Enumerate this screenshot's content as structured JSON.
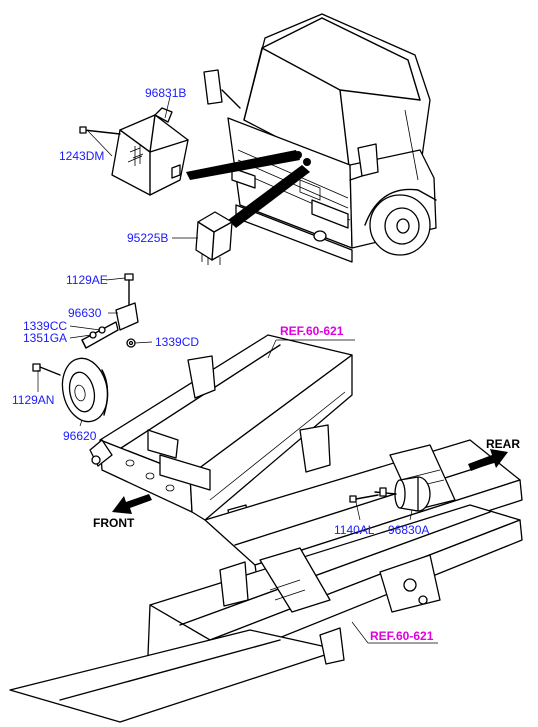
{
  "colors": {
    "part_label": "#1a1aff",
    "ref_label": "#e000e0",
    "line": "#000000"
  },
  "labels": {
    "p96831B": "96831B",
    "p1243DM": "1243DM",
    "p95225B": "95225B",
    "p1129AE": "1129AE",
    "p96630": "96630",
    "p1339CC": "1339CC",
    "p1351GA": "1351GA",
    "p1339CD": "1339CD",
    "p1129AN": "1129AN",
    "p96620": "96620",
    "p1140AL": "1140AL",
    "p96830A": "96830A",
    "ref_top": "REF.60-621",
    "ref_bottom": "REF.60-621",
    "rear": "REAR",
    "front": "FRONT"
  },
  "icons": [
    "truck-cab",
    "horn-relay",
    "relay",
    "horn-disc",
    "horn-bracket",
    "bolt",
    "nut",
    "chassis-frame",
    "rear-horn",
    "direction-arrow"
  ]
}
